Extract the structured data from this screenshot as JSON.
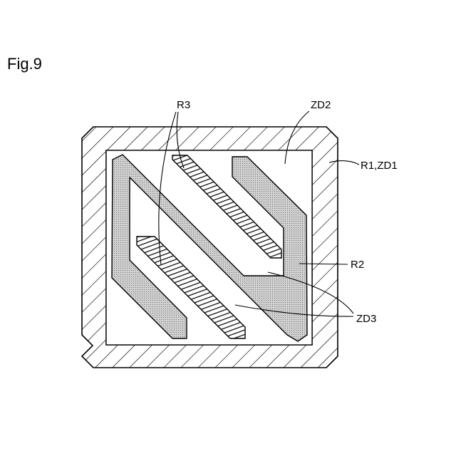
{
  "figure": {
    "title": "Fig.9",
    "labels": {
      "r3": "R3",
      "zd2": "ZD2",
      "r1_zd1": "R1,ZD1",
      "r2": "R2",
      "zd3": "ZD3"
    }
  }
}
